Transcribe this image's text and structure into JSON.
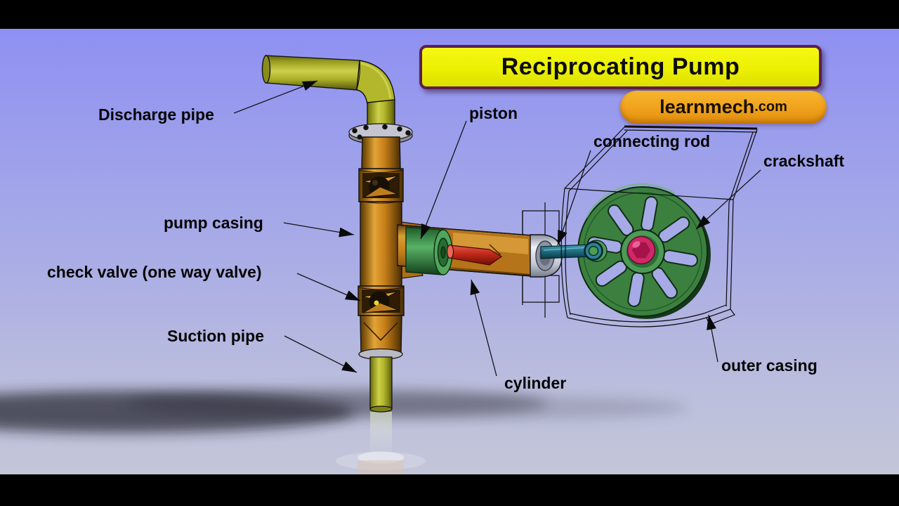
{
  "banner": {
    "title": "Reciprocating Pump"
  },
  "brand": {
    "main": "learnmech",
    "suffix": ".com"
  },
  "labels": {
    "discharge_pipe": "Discharge pipe",
    "piston": "piston",
    "connecting_rod": "connecting rod",
    "crackshaft": "crackshaft",
    "pump_casing": "pump casing",
    "check_valve": "check valve (one way valve)",
    "suction_pipe": "Suction pipe",
    "cylinder": "cylinder",
    "outer_casing": "outer casing"
  },
  "colors": {
    "background_top": "#8b8cf4",
    "background_bottom": "#c6c8d8",
    "letterbox": "#000000",
    "banner_fill": "#ecf001",
    "banner_border": "#5c1f4e",
    "brand_pill_orange": "#f0a11c",
    "label_text": "#050505",
    "pipe_olive": "#b3b72b",
    "casing_orange": "#c8811a",
    "piston_green": "#46a052",
    "piston_rod_red": "#c02818",
    "connecting_rod_teal": "#1f6b80",
    "flywheel_green": "#3c8040",
    "hub_magenta": "#d02867",
    "flange_gray": "#c4c5cf"
  }
}
